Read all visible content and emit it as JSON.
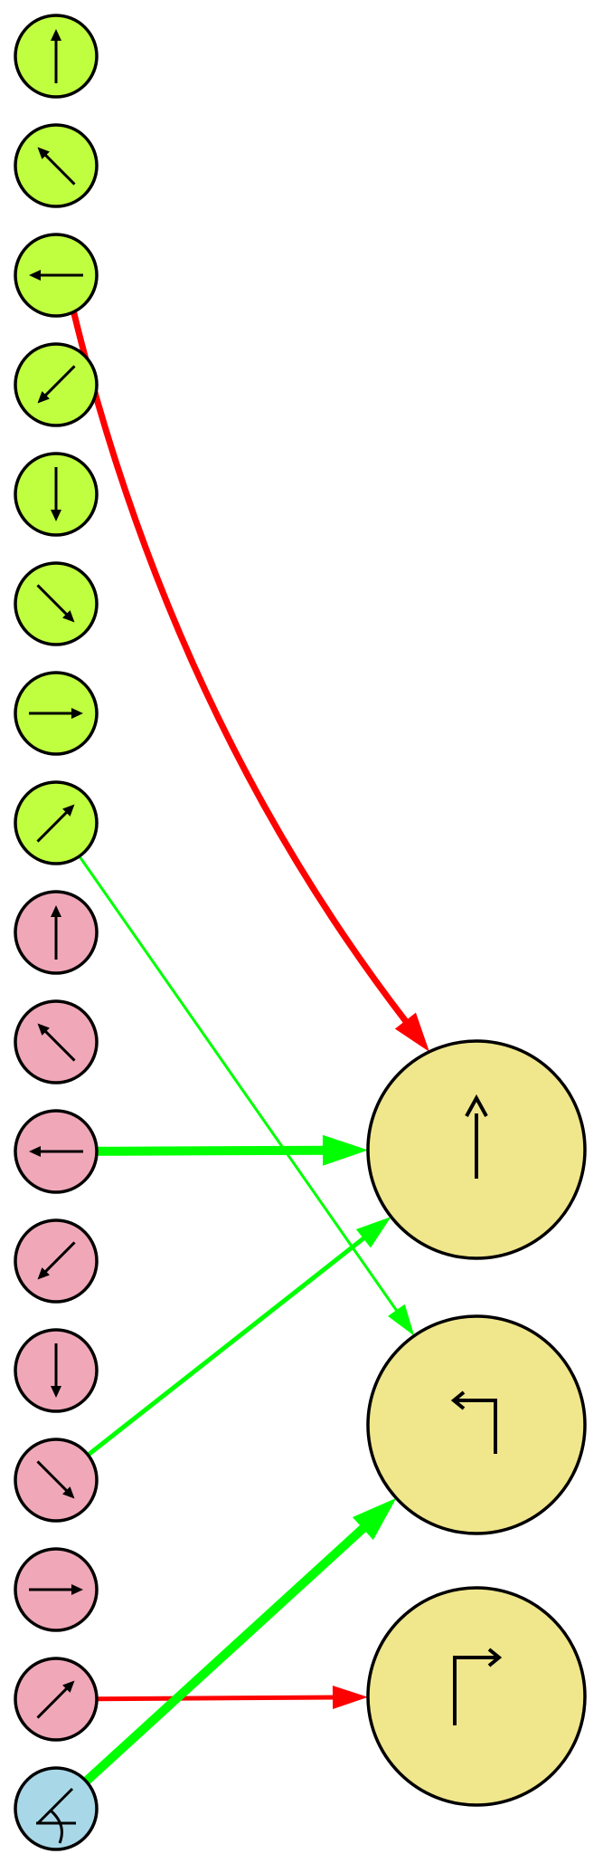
{
  "colors": {
    "green_node": "#c0ff40",
    "pink_node": "#f0a8b8",
    "blue_node": "#a8d8e8",
    "yellow_node": "#f0e68c",
    "stroke": "#000000",
    "edge_green": "#00ff00",
    "edge_red": "#ff0000"
  },
  "input_nodes": [
    {
      "id": "g-up",
      "group": "green",
      "icon": "arrow-up-icon"
    },
    {
      "id": "g-up-left",
      "group": "green",
      "icon": "arrow-up-left-icon"
    },
    {
      "id": "g-left",
      "group": "green",
      "icon": "arrow-left-icon"
    },
    {
      "id": "g-down-left",
      "group": "green",
      "icon": "arrow-down-left-icon"
    },
    {
      "id": "g-down",
      "group": "green",
      "icon": "arrow-down-icon"
    },
    {
      "id": "g-down-right",
      "group": "green",
      "icon": "arrow-down-right-icon"
    },
    {
      "id": "g-right",
      "group": "green",
      "icon": "arrow-right-icon"
    },
    {
      "id": "g-up-right",
      "group": "green",
      "icon": "arrow-up-right-icon"
    },
    {
      "id": "p-up",
      "group": "pink",
      "icon": "arrow-up-icon"
    },
    {
      "id": "p-up-left",
      "group": "pink",
      "icon": "arrow-up-left-icon"
    },
    {
      "id": "p-left",
      "group": "pink",
      "icon": "arrow-left-icon"
    },
    {
      "id": "p-down-left",
      "group": "pink",
      "icon": "arrow-down-left-icon"
    },
    {
      "id": "p-down",
      "group": "pink",
      "icon": "arrow-down-icon"
    },
    {
      "id": "p-down-right",
      "group": "pink",
      "icon": "arrow-down-right-icon"
    },
    {
      "id": "p-right",
      "group": "pink",
      "icon": "arrow-right-icon"
    },
    {
      "id": "p-up-right",
      "group": "pink",
      "icon": "arrow-up-right-icon"
    },
    {
      "id": "b-angle",
      "group": "blue",
      "icon": "angle-icon"
    }
  ],
  "output_nodes": [
    {
      "id": "o-straight",
      "icon": "straight-arrow-icon"
    },
    {
      "id": "o-turn-left",
      "icon": "turn-left-icon"
    },
    {
      "id": "o-turn-right",
      "icon": "turn-right-icon"
    }
  ],
  "edges": [
    {
      "from": "g-left",
      "to": "o-straight",
      "color": "red",
      "weight": "strong"
    },
    {
      "from": "g-up-right",
      "to": "o-turn-left",
      "color": "green",
      "weight": "weak"
    },
    {
      "from": "p-left",
      "to": "o-straight",
      "color": "green",
      "weight": "strongest"
    },
    {
      "from": "p-down-right",
      "to": "o-straight",
      "color": "green",
      "weight": "medium"
    },
    {
      "from": "p-up-right",
      "to": "o-turn-right",
      "color": "red",
      "weight": "medium"
    },
    {
      "from": "b-angle",
      "to": "o-turn-left",
      "color": "green",
      "weight": "strongest"
    }
  ]
}
